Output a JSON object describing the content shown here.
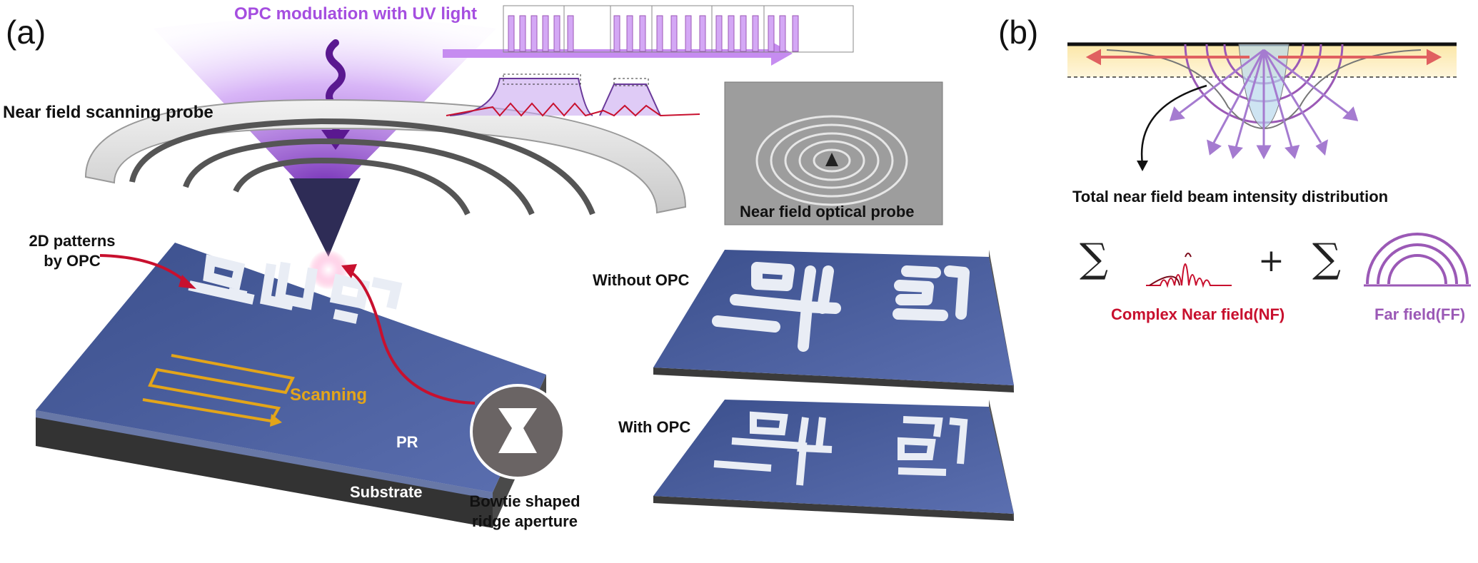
{
  "panels": {
    "a": "(a)",
    "b": "(b)"
  },
  "labels": {
    "opc_modulation": "OPC modulation with UV light",
    "near_field_scanning_probe": "Near field scanning probe",
    "near_field_optical_probe": "Near field optical probe",
    "patterns_line1": "2D patterns",
    "patterns_line2": "by OPC",
    "scanning": "Scanning",
    "pr": "PR",
    "substrate": "Substrate",
    "bowtie_line1": "Bowtie shaped",
    "bowtie_line2": "ridge aperture",
    "without_opc": "Without OPC",
    "with_opc": "With OPC",
    "total_intensity": "Total near field beam intensity distribution",
    "complex_nf": "Complex Near field(NF)",
    "far_field": "Far field(FF)"
  },
  "math": {
    "sum": "∑",
    "plus": "+"
  },
  "colors": {
    "uv_purple": "#b36be0",
    "opc_text": "#a54ee0",
    "near_field_red": "#c8102e",
    "far_field_purple": "#9b59b6",
    "scanning_orange": "#e3a51a",
    "substrate_dark": "#3a3a3a",
    "pr_blue": "#4a5d9a",
    "pattern_white": "#e9edf5"
  }
}
